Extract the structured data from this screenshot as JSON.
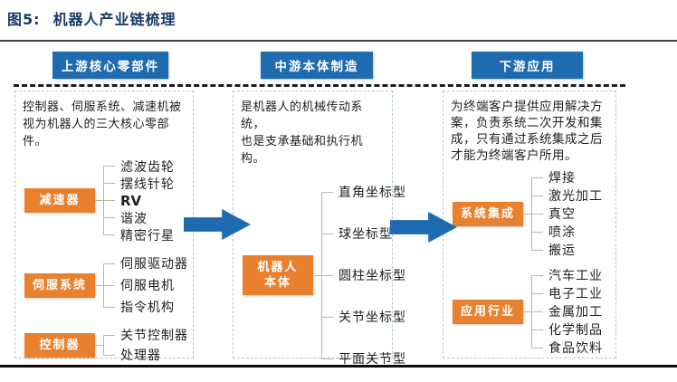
{
  "title": {
    "prefix": "图5:",
    "text": "机器人产业链梳理"
  },
  "colors": {
    "title_navy": "#173A68",
    "header_blue": "#1E6BB0",
    "arrow_blue": "#1E6BB0",
    "orange": "#E8802E",
    "connector": "#C2B4A4",
    "box_border": "#A9C7D7",
    "text_dark": "#1F1F1F"
  },
  "columns": [
    {
      "header": "上游核心零部件",
      "intro": "控制器、伺服系统、减速机被\n视为机器人的三大核心零部件。",
      "groups": [
        {
          "label": "减速器",
          "items": [
            "滤波齿轮",
            "摆线针轮",
            "RV",
            "谐波",
            "精密行星"
          ]
        },
        {
          "label": "伺服系统",
          "items": [
            "伺服驱动器",
            "伺服电机",
            "指令机构"
          ]
        },
        {
          "label": "控制器",
          "items": [
            "关节控制器",
            "处理器"
          ]
        }
      ]
    },
    {
      "header": "中游本体制造",
      "intro": "是机器人的机械传动系统，\n也是支承基础和执行机构。",
      "groups": [
        {
          "label": "机器人\n本体",
          "items": [
            "直角坐标型",
            "球坐标型",
            "圆柱坐标型",
            "关节坐标型",
            "平面关节型"
          ]
        }
      ]
    },
    {
      "header": "下游应用",
      "intro": "为终端客户提供应用解决方\n案，负责系统二次开发和集\n成，只有通过系统集成之后\n才能为终端客户所用。",
      "groups": [
        {
          "label": "系统集成",
          "items": [
            "焊接",
            "激光加工",
            "真空",
            "喷涂",
            "搬运"
          ]
        },
        {
          "label": "应用行业",
          "items": [
            "汽车工业",
            "电子工业",
            "金属加工",
            "化学制品",
            "食品饮料"
          ]
        }
      ]
    }
  ]
}
